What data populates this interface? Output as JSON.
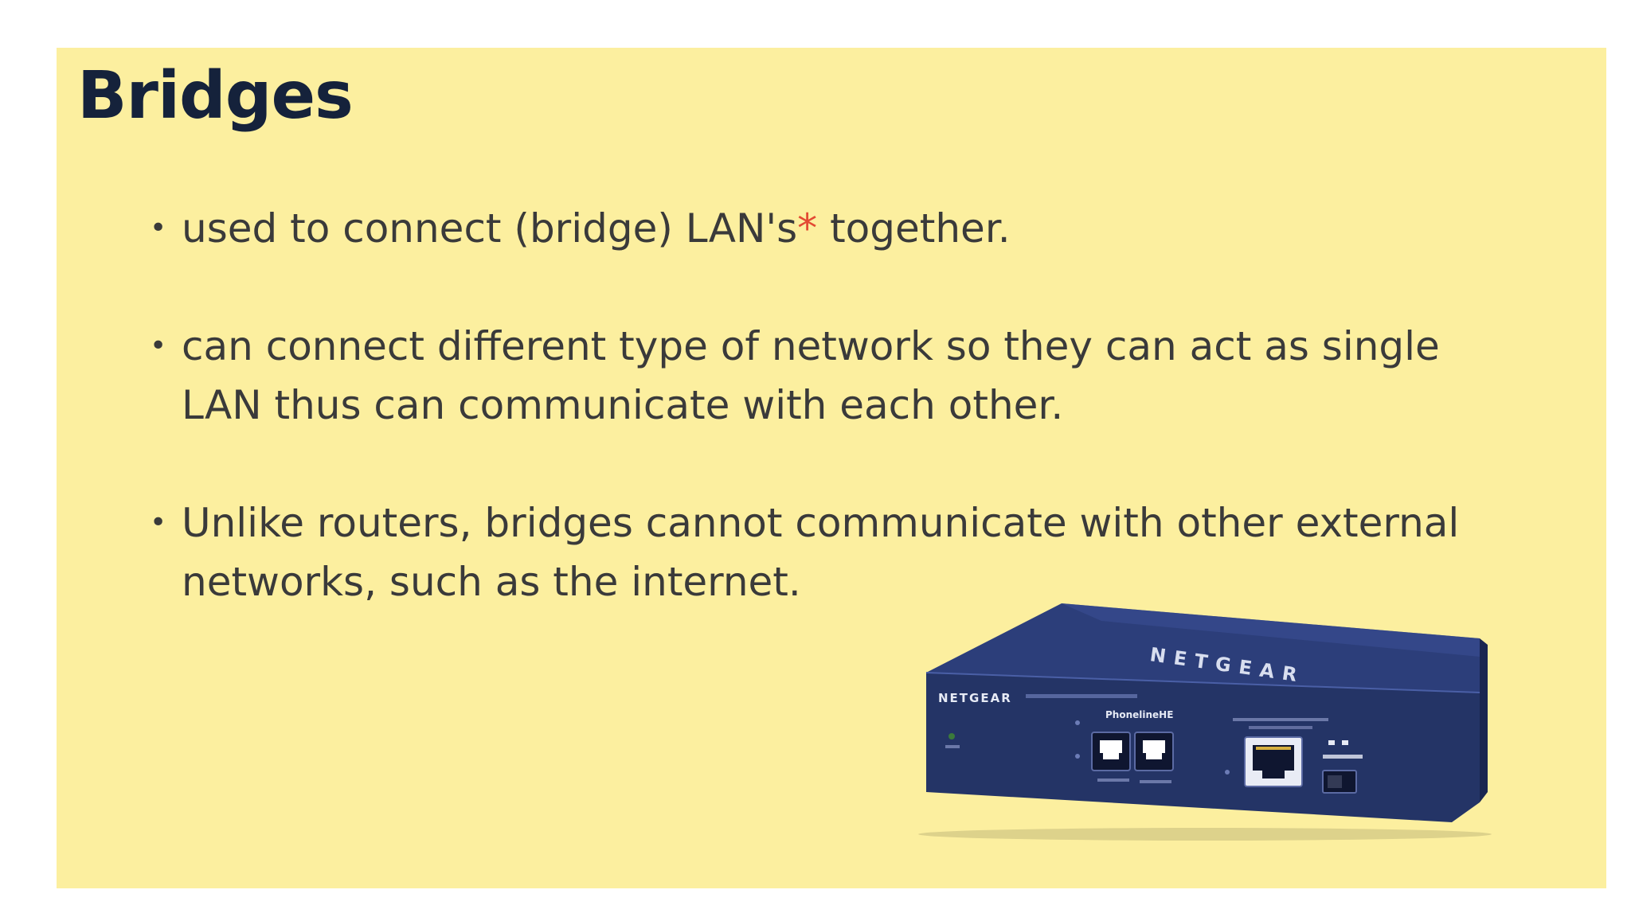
{
  "slide": {
    "title": "Bridges",
    "bullets": [
      {
        "before": "used to connect (bridge) LAN's",
        "marker": "*",
        "after": " together."
      },
      {
        "before": "can connect different type of network so they can act as single LAN thus can communicate with each other.",
        "marker": "",
        "after": ""
      },
      {
        "before": "Unlike routers, bridges cannot communicate with other external networks, such as the internet.",
        "marker": "",
        "after": ""
      }
    ],
    "bullet_symbol": "•",
    "device": {
      "brand": "NETGEAR",
      "port_group_label": "PhonelineHE",
      "colors": {
        "body_top": "#2c3e7a",
        "body_front": "#243466",
        "port": "#0f1630"
      }
    }
  },
  "colors": {
    "slide_background": "#fcef9f",
    "title": "#15223b",
    "body_text": "#3a3a3a",
    "accent": "#e34a33"
  }
}
